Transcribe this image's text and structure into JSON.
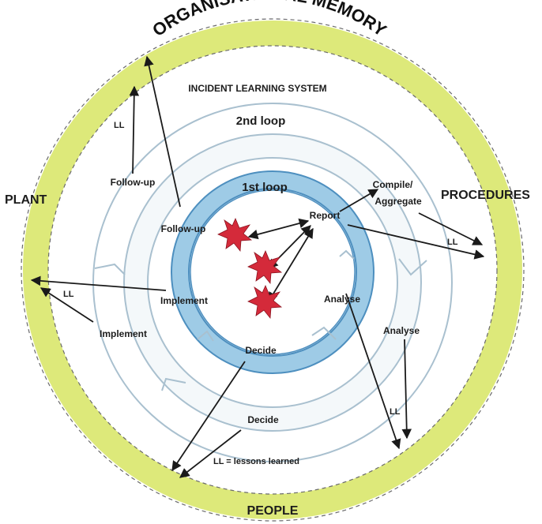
{
  "org_memory": "ORGANISATIONAL MEMORY",
  "system_title": "INCIDENT LEARNING SYSTEM",
  "outer_labels": {
    "plant": "PLANT",
    "procedures": "PROCEDURES",
    "people": "PEOPLE"
  },
  "loops": {
    "second": "2nd loop",
    "first": "1st loop"
  },
  "second_loop_steps": {
    "follow_up": "Follow-up",
    "compile": "Compile/",
    "aggregate": "Aggregate",
    "analyse": "Analyse",
    "decide": "Decide",
    "implement": "Implement"
  },
  "first_loop_steps": {
    "report": "Report",
    "analyse": "Analyse",
    "decide": "Decide",
    "implement": "Implement",
    "follow_up": "Follow-up"
  },
  "ll": "LL",
  "legend": "LL = lessons learned",
  "colors": {
    "memory_ring": "#dde97a",
    "first_loop_ring": "#9ecbe6",
    "first_loop_ring_stroke": "#4d8fbf",
    "inner_ring_stroke": "#a9c0cf",
    "incident_star": "#d42a3a",
    "arrow": "#1a1a1a"
  },
  "icons": {
    "incident": "incident-star-icon"
  }
}
